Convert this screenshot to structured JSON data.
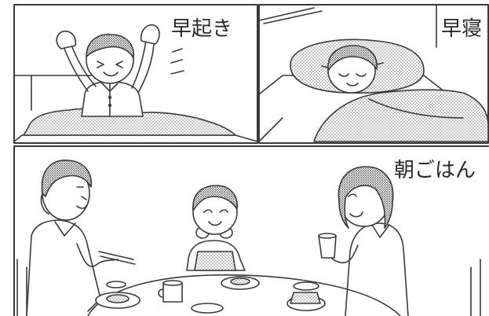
{
  "panels": [
    {
      "id": "wake",
      "caption": "早起き"
    },
    {
      "id": "sleep",
      "caption": "早寝"
    },
    {
      "id": "breakfast",
      "caption": "朝ごはん"
    }
  ],
  "colors": {
    "line": "#3a3a3a",
    "tone": "#c9c9c9",
    "background": "#ffffff"
  },
  "icons": [
    "boy-stretching",
    "boy-sleeping",
    "father",
    "mother",
    "child",
    "dining-table"
  ]
}
